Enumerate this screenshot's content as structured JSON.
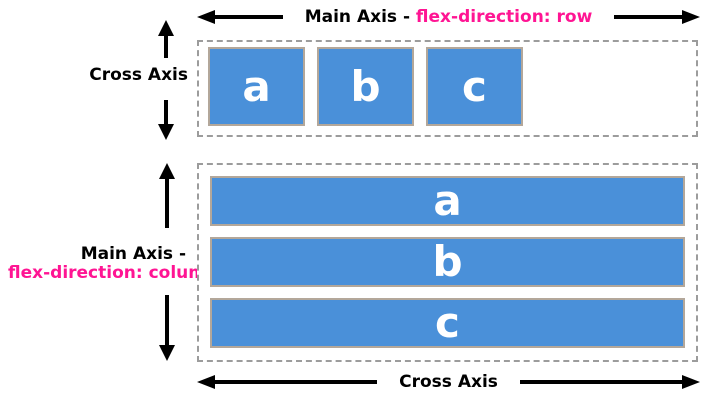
{
  "colors": {
    "accent_pink": "#ff1493",
    "item_blue": "#4a90d9",
    "item_border": "#b3a79a",
    "arrow_black": "#000000",
    "dashed_border": "#9c9c9c",
    "item_text": "#ffffff"
  },
  "row_section": {
    "main_axis_label_prefix": "Main Axis - ",
    "main_axis_label_value": "flex-direction: row",
    "cross_axis_label": "Cross Axis",
    "items": [
      "a",
      "b",
      "c"
    ]
  },
  "column_section": {
    "main_axis_label_prefix": "Main Axis -",
    "main_axis_label_value": "flex-direction: column",
    "cross_axis_label": "Cross Axis",
    "items": [
      "a",
      "b",
      "c"
    ]
  }
}
